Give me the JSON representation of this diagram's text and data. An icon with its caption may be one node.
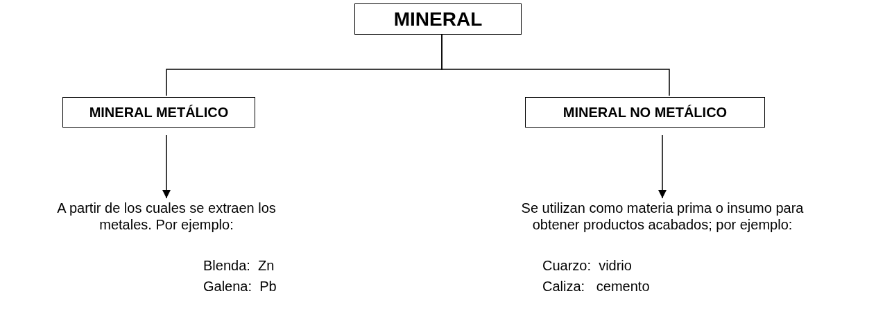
{
  "diagram": {
    "nodes": [
      {
        "text": [
          "MINERAL"
        ]
      },
      {
        "text": [
          "MINERAL METÁLICO"
        ]
      },
      {
        "text": [
          "MINERAL NO METÁLICO"
        ]
      },
      {
        "text": [
          "A partir de los cuales se extraen los metales. Por ejemplo:"
        ]
      },
      {
        "text": [
          "Se utilizan como materia prima o insumo para obtener productos acabados; por ejemplo:"
        ]
      }
    ],
    "edges": [
      {
        "from": 0,
        "to": 1,
        "arrow": "none"
      },
      {
        "from": 0,
        "to": 2,
        "arrow": "none"
      },
      {
        "from": 1,
        "to": 3,
        "arrow": "to"
      },
      {
        "from": 2,
        "to": 4,
        "arrow": "to"
      }
    ],
    "labels": [
      "Blenda:  Zn",
      "Galena:  Pb",
      "Cuarzo:  vidrio",
      "Caliza:   cemento"
    ]
  }
}
